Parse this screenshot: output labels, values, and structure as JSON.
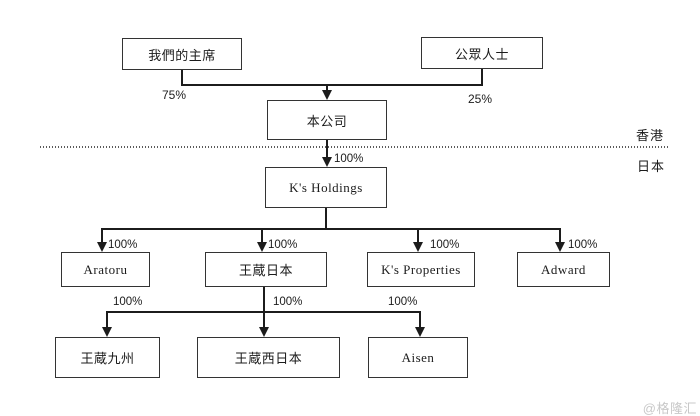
{
  "diagram": {
    "title": "shareholding-structure",
    "nodes": {
      "chairman": "我們的主席",
      "public": "公眾人士",
      "company": "本公司",
      "ks_holdings": "K's Holdings",
      "aratoru": "Aratoru",
      "ozo_japan": "王蔵日本",
      "ks_properties": "K's Properties",
      "adward": "Adward",
      "ozo_kyushu": "王蔵九州",
      "ozo_west_japan": "王蔵西日本",
      "aisen": "Aisen"
    },
    "labels": {
      "p75": "75%",
      "p25": "25%",
      "p100": "100%"
    },
    "regions": {
      "hongkong": "香港",
      "japan": "日本"
    },
    "colors": {
      "line": "#1c1c1c",
      "box_border": "#333333",
      "text": "#1c1c1c",
      "watermark": "#c8c8c8",
      "background": "#ffffff"
    },
    "watermark": "@格隆汇"
  }
}
